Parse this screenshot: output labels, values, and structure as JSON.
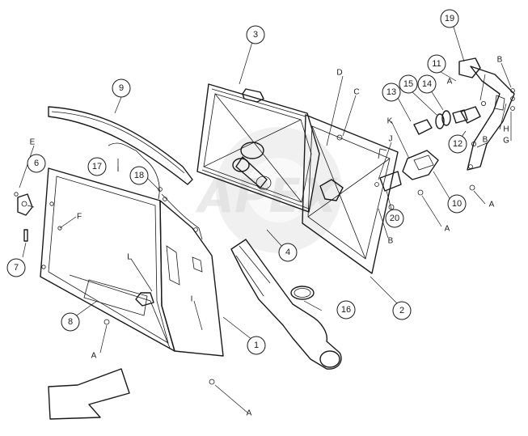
{
  "watermark": "APEX",
  "callouts": [
    {
      "id": "1",
      "label": "1"
    },
    {
      "id": "2",
      "label": "2"
    },
    {
      "id": "3",
      "label": "3"
    },
    {
      "id": "4",
      "label": "4"
    },
    {
      "id": "6",
      "label": "6"
    },
    {
      "id": "7",
      "label": "7"
    },
    {
      "id": "8",
      "label": "8"
    },
    {
      "id": "9",
      "label": "9"
    },
    {
      "id": "10",
      "label": "10"
    },
    {
      "id": "11",
      "label": "11"
    },
    {
      "id": "12",
      "label": "12"
    },
    {
      "id": "13",
      "label": "13"
    },
    {
      "id": "14",
      "label": "14"
    },
    {
      "id": "15",
      "label": "15"
    },
    {
      "id": "16",
      "label": "16"
    },
    {
      "id": "17",
      "label": "17"
    },
    {
      "id": "18",
      "label": "18"
    },
    {
      "id": "19",
      "label": "19"
    },
    {
      "id": "20",
      "label": "20"
    }
  ],
  "letters": [
    {
      "id": "A1",
      "label": "A"
    },
    {
      "id": "A2",
      "label": "A"
    },
    {
      "id": "A3",
      "label": "A"
    },
    {
      "id": "A4",
      "label": "A"
    },
    {
      "id": "A5",
      "label": "A"
    },
    {
      "id": "B1",
      "label": "B"
    },
    {
      "id": "B2",
      "label": "B"
    },
    {
      "id": "B3",
      "label": "B"
    },
    {
      "id": "C",
      "label": "C"
    },
    {
      "id": "D",
      "label": "D"
    },
    {
      "id": "E",
      "label": "E"
    },
    {
      "id": "F",
      "label": "F"
    },
    {
      "id": "G",
      "label": "G"
    },
    {
      "id": "H",
      "label": "H"
    },
    {
      "id": "I",
      "label": "I"
    },
    {
      "id": "J",
      "label": "J"
    },
    {
      "id": "K",
      "label": "K"
    },
    {
      "id": "L",
      "label": "L"
    }
  ]
}
